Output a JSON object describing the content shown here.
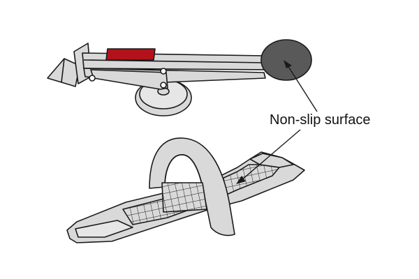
{
  "illustration": {
    "callout_label": "Non-slip surface",
    "colors": {
      "outline": "#1a1a1a",
      "body_fill": "#d9d9d9",
      "pad_fill": "#595959",
      "grip_fill": "#b3121b",
      "background": "#ffffff"
    },
    "objects": [
      "door-lifter-tool",
      "foot-operated-door-lifter"
    ]
  }
}
